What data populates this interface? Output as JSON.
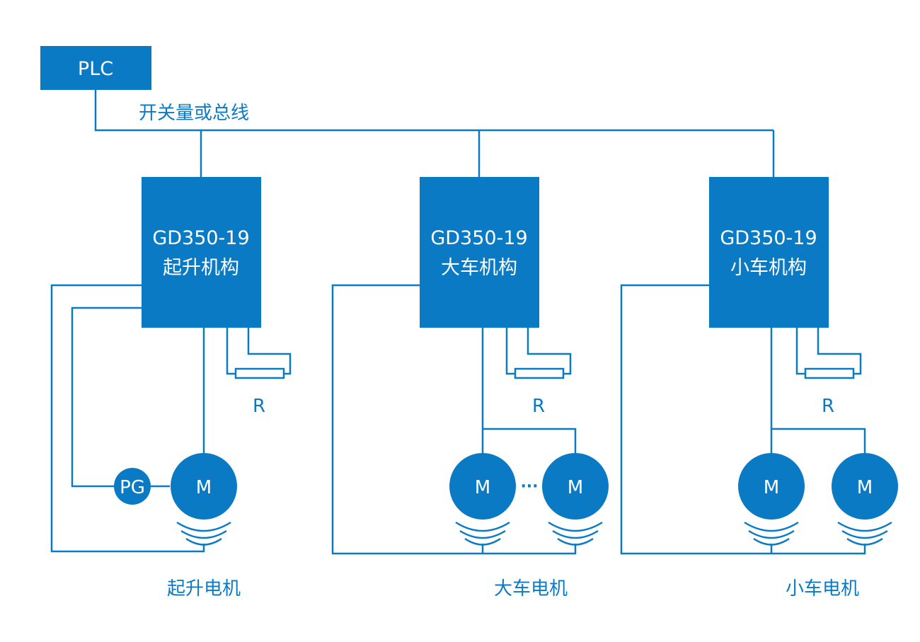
{
  "colors": {
    "accent": "#0b7ac4",
    "background": "#ffffff"
  },
  "plc": {
    "label": "PLC"
  },
  "bus": {
    "label": "开关量或总线"
  },
  "drives": [
    {
      "model": "GD350-19",
      "name": "起升机构",
      "resistor": "R",
      "motor_group": "起升电机",
      "encoder": "PG",
      "motors": [
        "M"
      ]
    },
    {
      "model": "GD350-19",
      "name": "大车机构",
      "resistor": "R",
      "motor_group": "大车电机",
      "motors": [
        "M",
        "M"
      ],
      "ellipsis": "···"
    },
    {
      "model": "GD350-19",
      "name": "小车机构",
      "resistor": "R",
      "motor_group": "小车电机",
      "motors": [
        "M",
        "M"
      ]
    }
  ]
}
